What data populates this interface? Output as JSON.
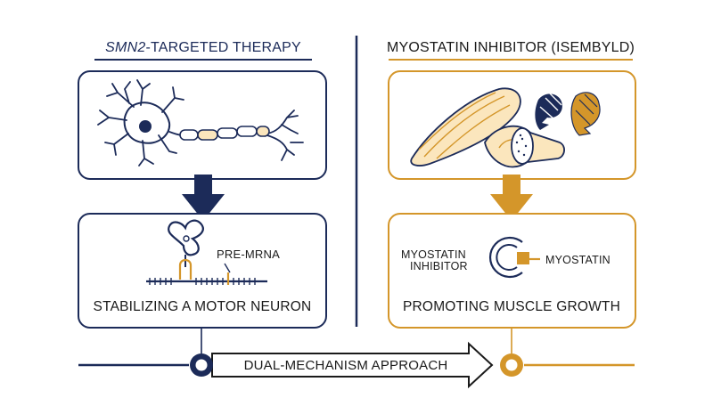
{
  "left_panel": {
    "title_italic": "SMN2",
    "title_rest": "-TARGETED THERAPY",
    "pre_mrna_label": "PRE-MRNA",
    "caption": "STABILIZING A MOTOR NEURON"
  },
  "right_panel": {
    "title": "MYOSTATIN INHIBITOR (ISEMBYLD)",
    "inhibitor_label_line1": "MYOSTATIN",
    "inhibitor_label_line2": "INHIBITOR",
    "myostatin_label": "MYOSTATIN",
    "caption": "PROMOTING MUSCLE GROWTH"
  },
  "bottom": {
    "approach_label": "DUAL-MECHANISM APPROACH"
  },
  "colors": {
    "navy": "#1c2b59",
    "gold": "#d4962a"
  },
  "icons": [
    "motor-neuron-icon",
    "rna-structure-icon",
    "muscle-icon",
    "protein-structure-icon",
    "antibody-ring-icon"
  ]
}
